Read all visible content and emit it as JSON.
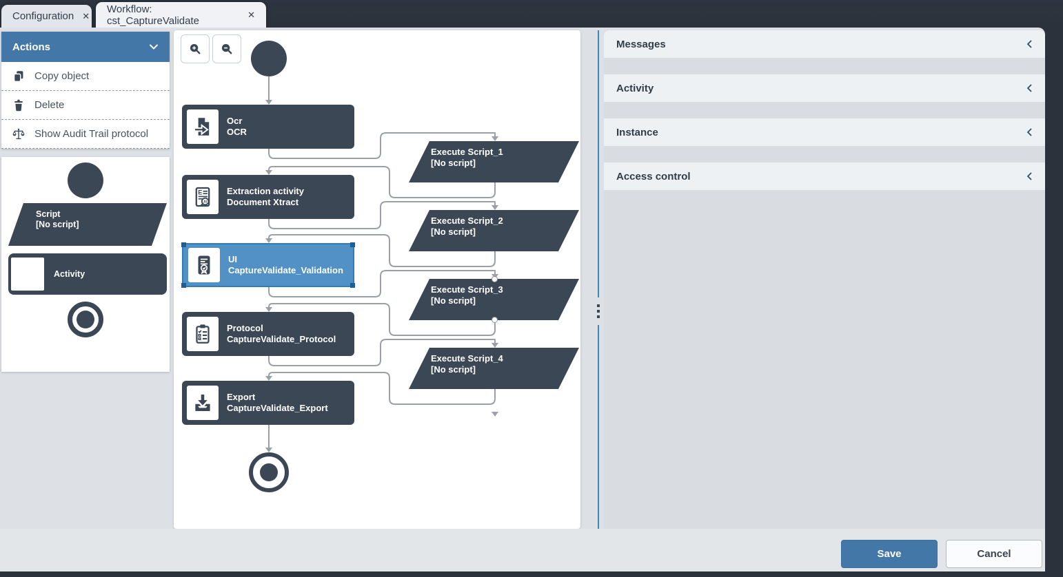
{
  "tabs": [
    {
      "label": "Configuration",
      "close": "✕",
      "active": false
    },
    {
      "label": "Workflow: cst_CaptureValidate",
      "close": "✕",
      "active": true
    }
  ],
  "actions": {
    "title": "Actions",
    "items": [
      {
        "label": "Copy object",
        "icon": "copy-icon"
      },
      {
        "label": "Delete",
        "icon": "trash-icon"
      },
      {
        "label": "Show Audit Trail protocol",
        "icon": "scales-icon"
      }
    ]
  },
  "palette": {
    "start": {
      "name": "start-event-shape"
    },
    "script": {
      "title": "Script",
      "subtitle": "[No script]"
    },
    "activity": {
      "label": "Activity"
    },
    "end": {
      "name": "end-event-shape"
    }
  },
  "canvas": {
    "zoom_in_icon": "magnifier-plus",
    "zoom_out_icon": "magnifier-minus",
    "nodes": [
      {
        "title": "Ocr",
        "subtitle": "OCR",
        "icon": "ocr-document-icon",
        "selected": false
      },
      {
        "title": "Extraction activity",
        "subtitle": "Document Xtract",
        "icon": "extraction-document-icon",
        "selected": false
      },
      {
        "title": "UI",
        "subtitle": "CaptureValidate_Validation",
        "icon": "validation-document-icon",
        "selected": true
      },
      {
        "title": "Protocol",
        "subtitle": "CaptureValidate_Protocol",
        "icon": "protocol-clipboard-icon",
        "selected": false
      },
      {
        "title": "Export",
        "subtitle": "CaptureValidate_Export",
        "icon": "export-tray-icon",
        "selected": false
      }
    ],
    "scripts": [
      {
        "title": "Execute Script_1",
        "subtitle": "[No script]"
      },
      {
        "title": "Execute Script_2",
        "subtitle": "[No script]"
      },
      {
        "title": "Execute Script_3",
        "subtitle": "[No script]"
      },
      {
        "title": "Execute Script_4",
        "subtitle": "[No script]"
      }
    ]
  },
  "inspector": {
    "sections": [
      {
        "label": "Messages"
      },
      {
        "label": "Activity"
      },
      {
        "label": "Instance"
      },
      {
        "label": "Access control"
      }
    ]
  },
  "footer": {
    "save": "Save",
    "cancel": "Cancel"
  },
  "colors": {
    "accent_blue": "#4377a7",
    "selection_blue": "#5191c6",
    "node_dark": "#3b4754",
    "connector_gray": "#9aa0a6",
    "window_bg": "#dde1e5"
  }
}
